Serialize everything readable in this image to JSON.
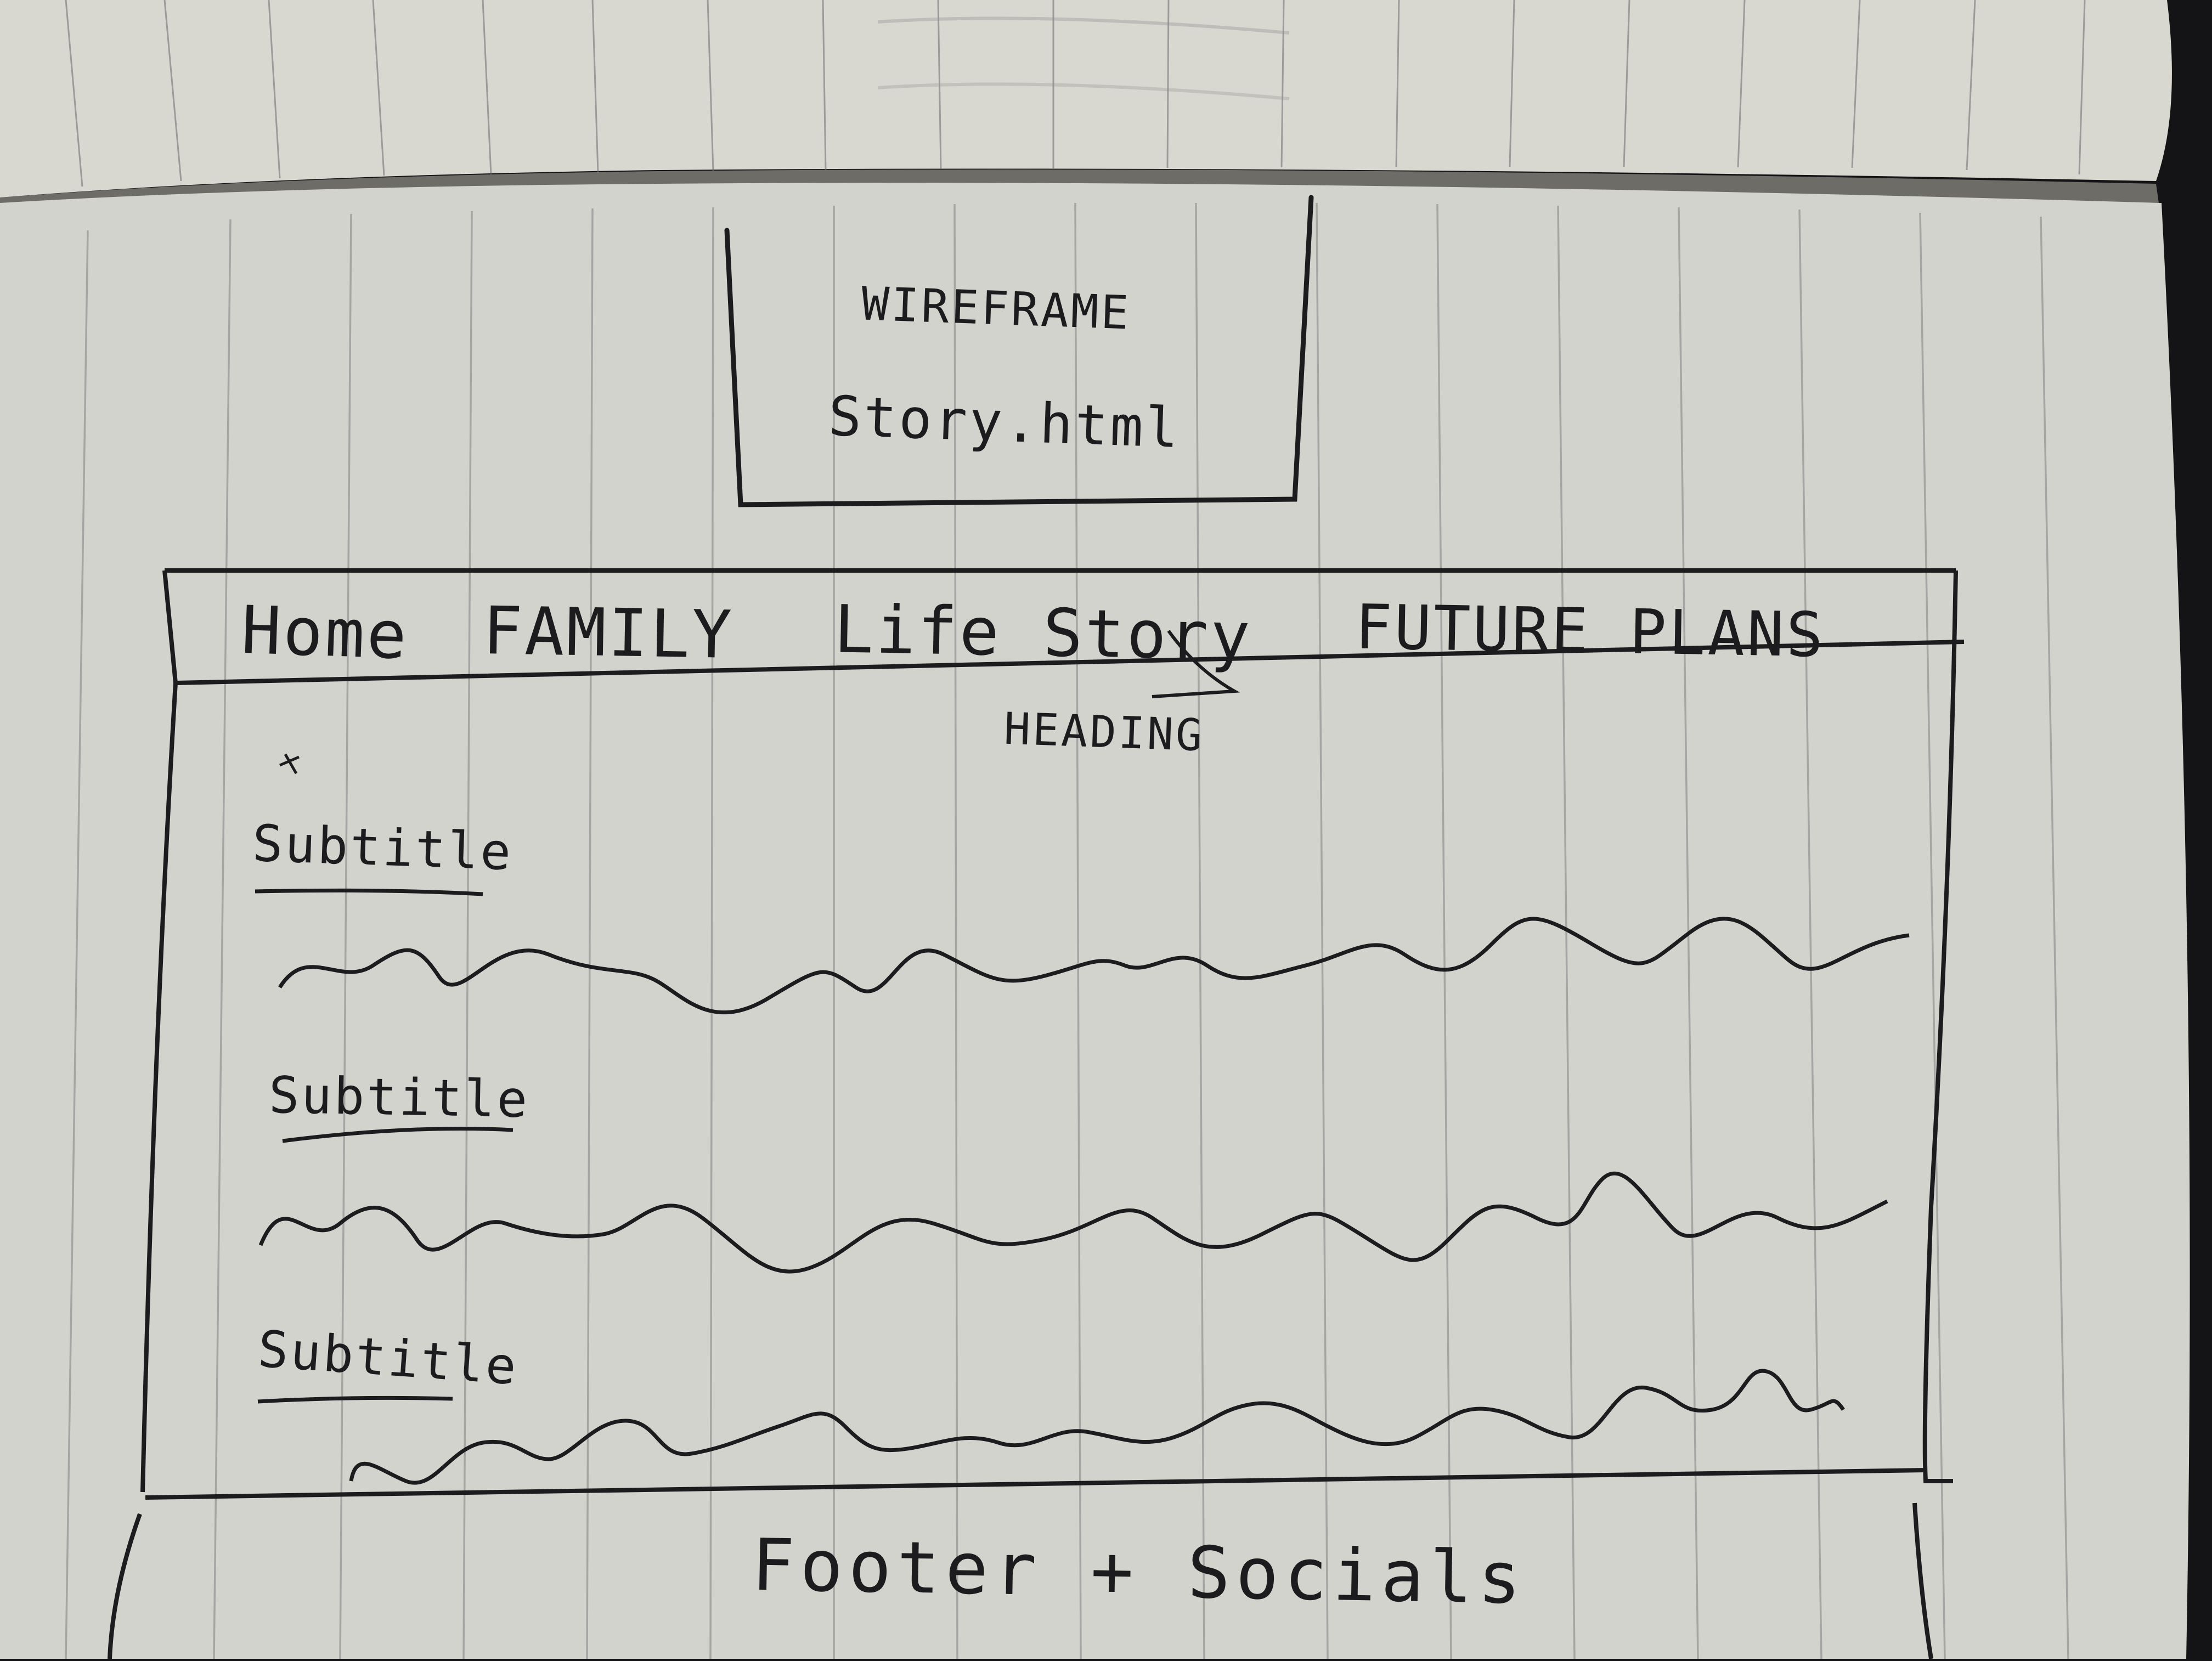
{
  "sketch": {
    "title_line_1": "WIREFRAME",
    "title_line_2": "Story.html",
    "nav": [
      "Home",
      "FAMILY",
      "Life Story",
      "FUTURE PLANS"
    ],
    "heading": "HEADING",
    "subtitles": [
      "Subtitle",
      "Subtitle",
      "Subtitle"
    ],
    "footer": "Footer + Socials"
  }
}
